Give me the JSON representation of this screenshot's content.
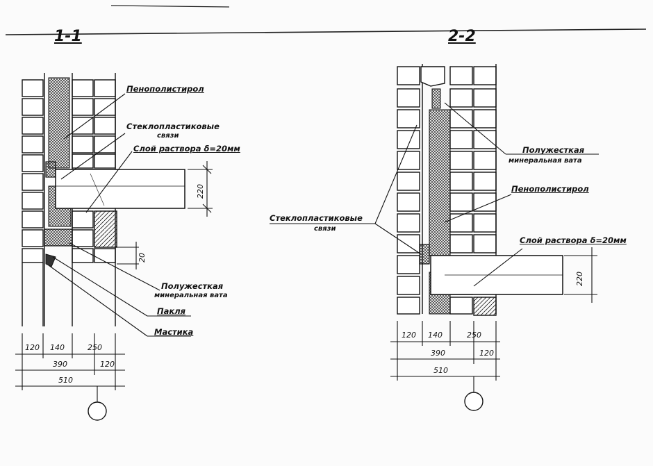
{
  "sections": {
    "left": {
      "title": "1-1",
      "labels": {
        "polystyrene": "Пенополистирол",
        "ties_line1": "Стеклопластиковые",
        "ties_line2": "связи",
        "mortar": "Слой раствора δ=20мм",
        "wool_line1": "Полужесткая",
        "wool_line2": "минеральная вата",
        "tow": "Пакля",
        "mastic": "Мастика"
      },
      "dims": {
        "beam_height": "220",
        "gap": "20",
        "d120": "120",
        "d140": "140",
        "d250": "250",
        "d390": "390",
        "d120b": "120",
        "d510": "510"
      }
    },
    "right": {
      "title": "2-2",
      "labels": {
        "wool_line1": "Полужесткая",
        "wool_line2": "минеральная вата",
        "polystyrene": "Пенополистирол",
        "ties_line1": "Стеклопластиковые",
        "ties_line2": "связи",
        "mortar": "Слой раствора δ=20мм"
      },
      "dims": {
        "beam_height": "220",
        "d120": "120",
        "d140": "140",
        "d250": "250",
        "d390": "390",
        "d120b": "120",
        "d510": "510"
      }
    }
  }
}
